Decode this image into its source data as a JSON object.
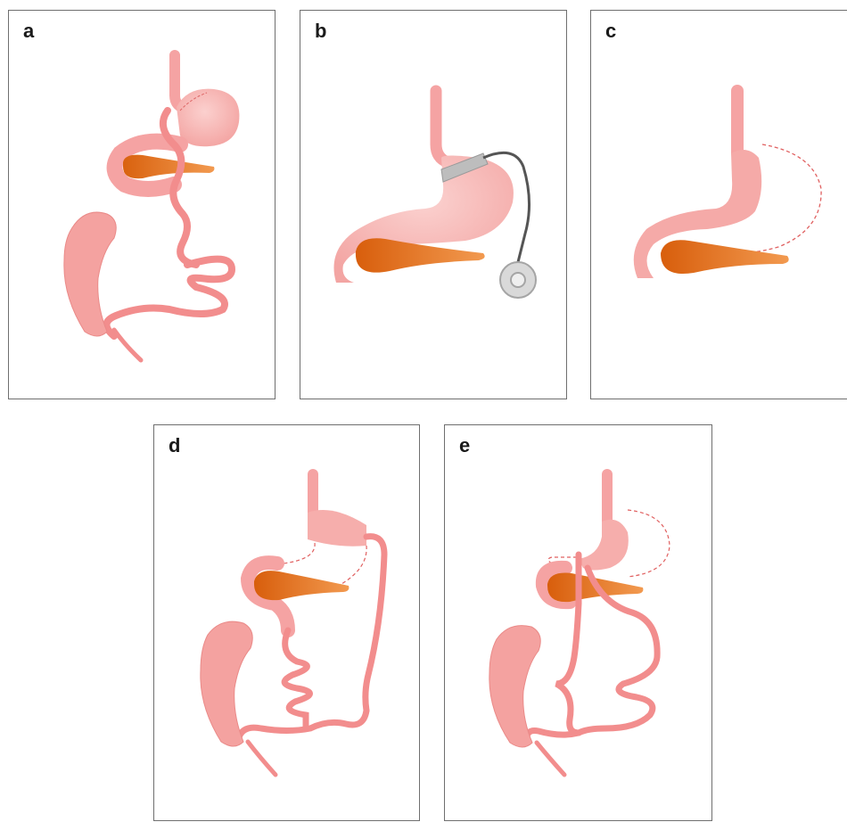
{
  "panels": [
    {
      "id": "a",
      "label": "a"
    },
    {
      "id": "b",
      "label": "b"
    },
    {
      "id": "c",
      "label": "c"
    },
    {
      "id": "d",
      "label": "d"
    },
    {
      "id": "e",
      "label": "e"
    }
  ],
  "colors": {
    "tissue": "#f5a3a3",
    "tissue_dark": "#ee7d7d",
    "stomach": "#f7b4b2",
    "pancreas": "#e8731a",
    "pancreas_light": "#f2a05a",
    "band": "#b9b9b9",
    "port": "#d0d0d0",
    "dashed": "#e06060",
    "border": "#6f6f6f"
  }
}
